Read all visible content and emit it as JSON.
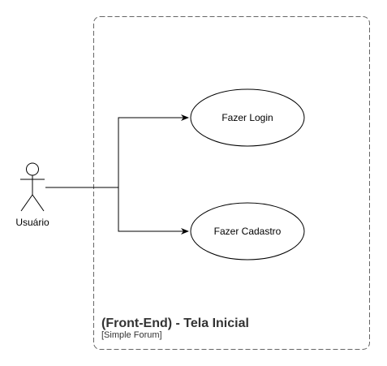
{
  "diagram": {
    "type": "use-case",
    "boundary": {
      "title": "(Front-End) - Tela Inicial",
      "subtitle": "[Simple Forum]"
    },
    "actor": {
      "label": "Usuário"
    },
    "use_cases": [
      {
        "id": "login",
        "label": "Fazer Login"
      },
      {
        "id": "cadastro",
        "label": "Fazer Cadastro"
      }
    ],
    "connections": [
      {
        "from": "actor",
        "to": "login"
      },
      {
        "from": "actor",
        "to": "cadastro"
      }
    ]
  }
}
